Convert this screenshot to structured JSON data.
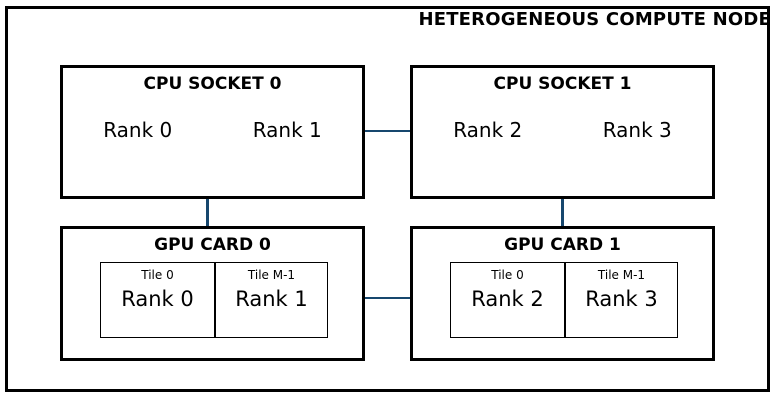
{
  "title": "HETEROGENEOUS COMPUTE NODE",
  "cpu_sockets": [
    {
      "label": "CPU SOCKET 0",
      "ranks": [
        "Rank 0",
        "Rank 1"
      ]
    },
    {
      "label": "CPU SOCKET 1",
      "ranks": [
        "Rank 2",
        "Rank 3"
      ]
    }
  ],
  "gpu_cards": [
    {
      "label": "GPU CARD 0",
      "tiles": [
        {
          "tile_label": "Tile 0",
          "rank": "Rank 0"
        },
        {
          "tile_label": "Tile M-1",
          "rank": "Rank 1"
        }
      ]
    },
    {
      "label": "GPU CARD 1",
      "tiles": [
        {
          "tile_label": "Tile 0",
          "rank": "Rank 2"
        },
        {
          "tile_label": "Tile M-1",
          "rank": "Rank 3"
        }
      ]
    }
  ],
  "connectors": [
    {
      "from": "CPU SOCKET 0",
      "to": "CPU SOCKET 1",
      "orientation": "horizontal"
    },
    {
      "from": "GPU CARD 0",
      "to": "GPU CARD 1",
      "orientation": "horizontal"
    },
    {
      "from": "CPU SOCKET 0",
      "to": "GPU CARD 0",
      "orientation": "vertical"
    },
    {
      "from": "CPU SOCKET 1",
      "to": "GPU CARD 1",
      "orientation": "vertical"
    }
  ],
  "colors": {
    "border": "#000000",
    "connector": "#17476E",
    "background": "#ffffff",
    "text": "#000000"
  }
}
